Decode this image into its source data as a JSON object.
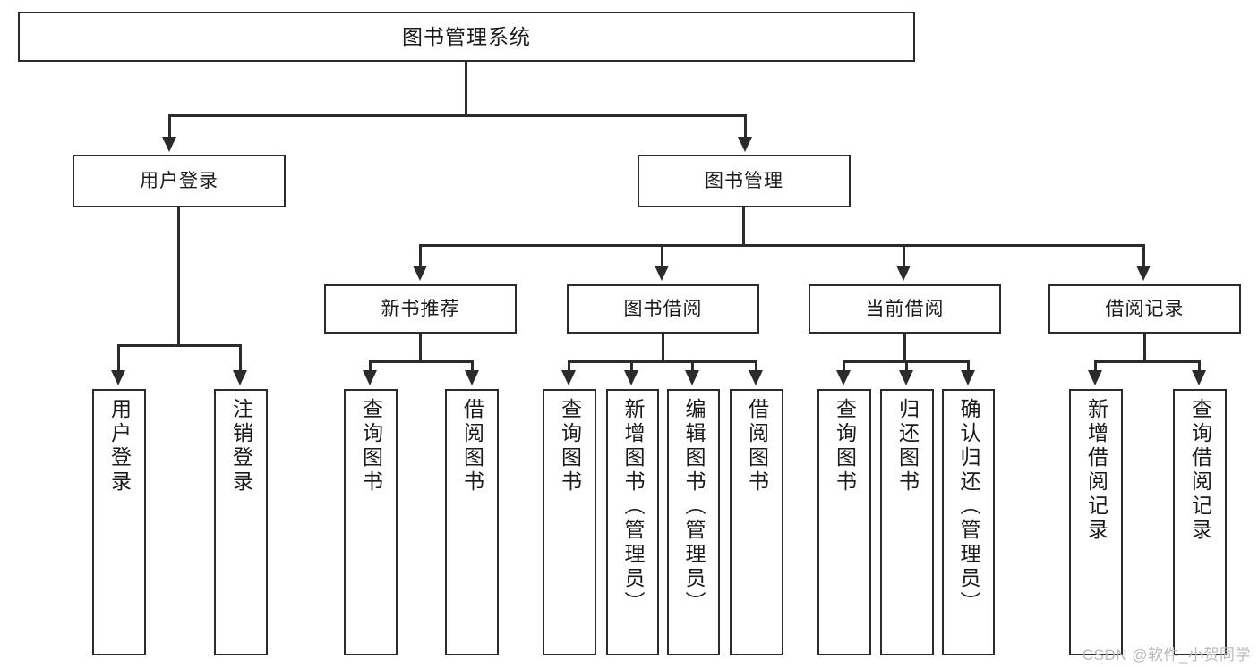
{
  "diagram": {
    "title": "图书管理系统",
    "type": "tree-structure-chart",
    "watermark": "CSDN @软件_小贺同学",
    "colors": {
      "stroke": "#2b2b2b",
      "background": "#ffffff",
      "text": "#1a1a1a",
      "watermark": "#b9b9b9"
    },
    "root": {
      "label": "图书管理系统"
    },
    "level2": [
      {
        "label": "用户登录"
      },
      {
        "label": "图书管理"
      }
    ],
    "level3": [
      {
        "label": "新书推荐"
      },
      {
        "label": "图书借阅"
      },
      {
        "label": "当前借阅"
      },
      {
        "label": "借阅记录"
      }
    ],
    "leaves": [
      {
        "label": "用户登录",
        "parent": "用户登录"
      },
      {
        "label": "注销登录",
        "parent": "用户登录"
      },
      {
        "label": "查询图书",
        "parent": "新书推荐"
      },
      {
        "label": "借阅图书",
        "parent": "新书推荐"
      },
      {
        "label": "查询图书",
        "parent": "图书借阅"
      },
      {
        "label": "新增图书（管理员）",
        "parent": "图书借阅"
      },
      {
        "label": "编辑图书（管理员）",
        "parent": "图书借阅"
      },
      {
        "label": "借阅图书",
        "parent": "图书借阅"
      },
      {
        "label": "查询图书",
        "parent": "当前借阅"
      },
      {
        "label": "归还图书",
        "parent": "当前借阅"
      },
      {
        "label": "确认归还（管理员）",
        "parent": "当前借阅"
      },
      {
        "label": "新增借阅记录",
        "parent": "借阅记录"
      },
      {
        "label": "查询借阅记录",
        "parent": "借阅记录"
      }
    ]
  }
}
